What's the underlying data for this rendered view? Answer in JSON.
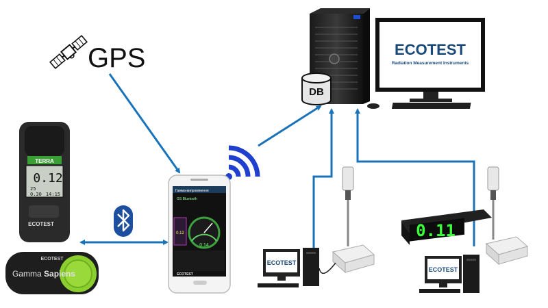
{
  "gps": {
    "label": "GPS"
  },
  "db": {
    "label": "DB"
  },
  "monitor": {
    "brand": "ECOTEST",
    "tagline": "Radiation Measurement Instruments"
  },
  "terra": {
    "model": "TERRA",
    "reading": "0.12",
    "small_a": "25",
    "small_b": "0.30",
    "time": "14:15",
    "brand": "ECOTEST"
  },
  "gamma": {
    "brand": "ECOTEST",
    "name_a": "Gamma ",
    "name_b": "Sapiens"
  },
  "phone": {
    "header": "Гамма-випромінення",
    "device": "GS Bluetooth",
    "gauge": "0.14",
    "side": "0.12",
    "brand": "ECOTEST"
  },
  "station_left": {
    "brand": "ECOTEST"
  },
  "station_right": {
    "brand": "ECOTEST",
    "display": "0.11"
  },
  "colors": {
    "arrow": "#1a73b8",
    "wifi": "#1f3fcf",
    "bluetooth": "#1d4f9e",
    "display_digits": "#3cff3c",
    "gamma_ring": "#8bcf2e"
  },
  "icons": [
    "satellite-icon",
    "wifi-icon",
    "bluetooth-icon"
  ]
}
